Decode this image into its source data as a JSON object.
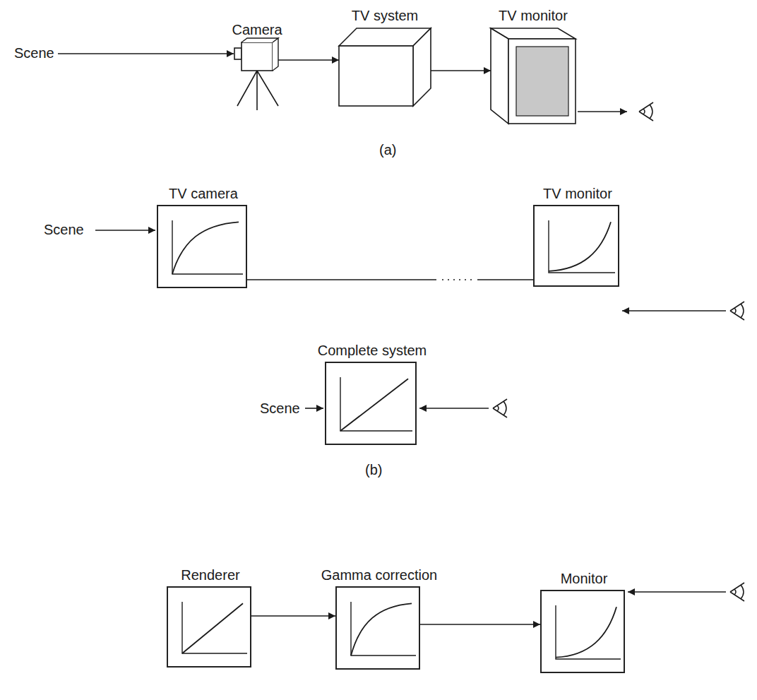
{
  "diagram": {
    "nodes": [
      {
        "text": [
          "Camera"
        ]
      },
      {
        "text": [
          "TV system"
        ]
      },
      {
        "text": [
          "TV monitor"
        ]
      },
      {
        "text": [
          "TV camera"
        ]
      },
      {
        "text": [
          "TV monitor"
        ]
      },
      {
        "text": [
          "Complete system"
        ]
      },
      {
        "text": [
          "Renderer"
        ]
      },
      {
        "text": [
          "Gamma correction"
        ]
      },
      {
        "text": [
          "Monitor"
        ]
      }
    ],
    "edges": [
      {
        "from": 0,
        "to": 1,
        "arrow": "to"
      },
      {
        "from": 1,
        "to": 2,
        "arrow": "to"
      },
      {
        "from": 3,
        "to": 4,
        "arrow": "none"
      },
      {
        "from": 6,
        "to": 7,
        "arrow": "to"
      },
      {
        "from": 7,
        "to": 8,
        "arrow": "to"
      }
    ],
    "labels": [
      "Scene",
      "(a)",
      "Scene",
      "Scene",
      "(b)"
    ]
  }
}
